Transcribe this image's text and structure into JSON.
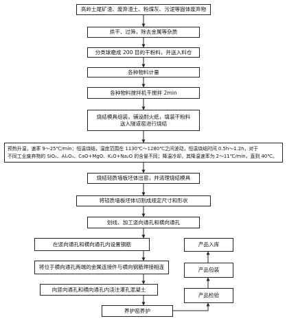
{
  "steps": {
    "s1": "高岭土尾矿渣、废弃渣土、粉煤灰、污泥等固体废弃物",
    "s2": "烘干、过筛，除去金属等杂质",
    "s3": "分类球磨成 200 目的干粉料，并送入料仓",
    "s4": "各种物料计量",
    "s5": "各种物料搅拌机干搅拌 2min",
    "s6_line1": "烧结模具组装，铺设耐火纸，填装干粉料",
    "s6_line2": "送入隧道窑进行烧结",
    "s7_line1": "预热升温，速率 9～25℃/min；恒温烧结，温度范围在 1130℃～1280℃之间波动，恒温烧结时间 0.5h～1.2h，对于",
    "s7_line2": "不同工业废弃物的 SiO₂、Al₂O₃、CaO+MgO、K₂O+Na₂O 的含量不同；降温冷却，其降温速率为 2～11℃/min，直到 40℃。",
    "s8": "烧结轻质墙板坯体出窑，并清理烧结模具",
    "s9": "将轻质墙板坯体切割成规定尺寸和形状",
    "s10": "划线、加工竖向通孔和横向通孔",
    "s11": "在竖向通孔和横向通孔内设置钢筋",
    "s12": "将位于横向通孔两端的金属连接件与横向钢筋焊接相连",
    "s13": "向竖向通孔和横向通孔内浇注灌孔混凝土",
    "s14": "养护窑养护",
    "s15": "产品检验",
    "s16": "产品包装",
    "s17": "产品入库"
  }
}
